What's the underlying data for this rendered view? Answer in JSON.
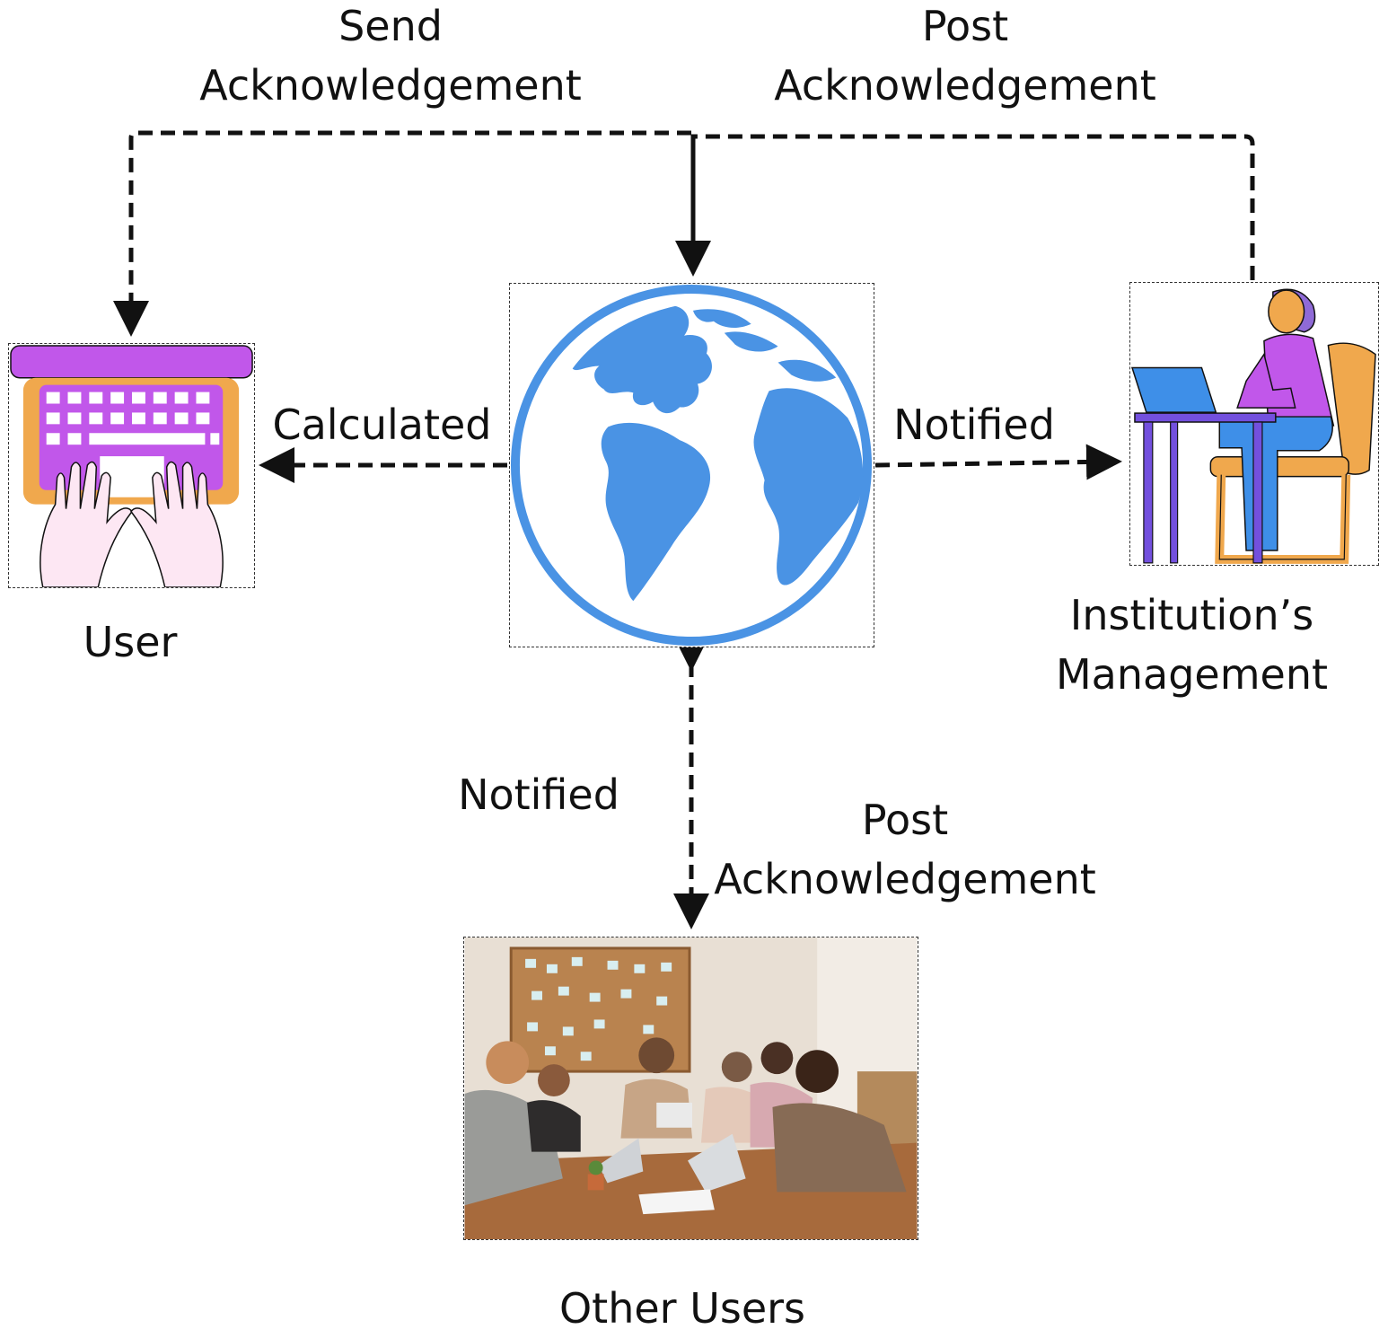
{
  "labels": {
    "send_ack_line1": "Send",
    "send_ack_line2": "Acknowledgement",
    "post_ack_top_line1": "Post",
    "post_ack_top_line2": "Acknowledgement",
    "calculated": "Calculated",
    "notified_right": "Notified",
    "notified_bottom": "Notified",
    "post_ack_bottom_line1": "Post",
    "post_ack_bottom_line2": "Acknowledgement"
  },
  "nodes": {
    "user": {
      "label": "User",
      "icon": "laptop-typing-icon"
    },
    "internet": {
      "icon": "globe-icon"
    },
    "management": {
      "label_line1": "Institution’s",
      "label_line2": "Management",
      "icon": "woman-at-desk-icon"
    },
    "other_users": {
      "label": "Other Users",
      "icon": "team-meeting-photo"
    }
  },
  "colors": {
    "globe": "#4a93e4",
    "laptop_purple": "#c157ea",
    "laptop_orange": "#f0a84d",
    "skin_pink": "#fde7f3",
    "desk_purple": "#7350de",
    "desk_blue": "#3e8fe8",
    "chair_orange": "#f0a84d",
    "arrow": "#111111"
  }
}
